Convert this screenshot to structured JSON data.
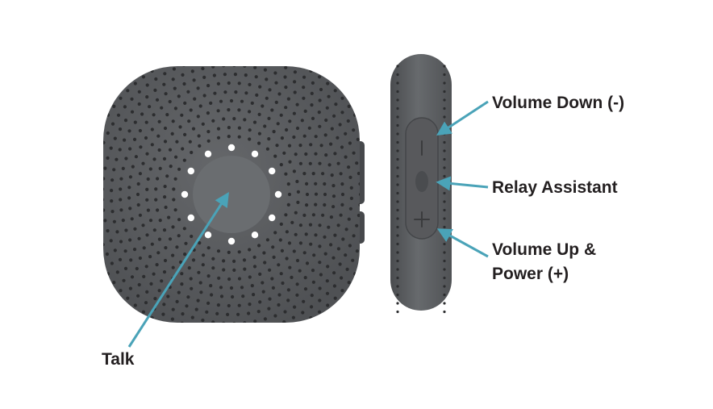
{
  "labels": {
    "volume_down": "Volume Down (-)",
    "relay_assistant": "Relay Assistant",
    "volume_up_line1": "Volume Up &",
    "volume_up_line2": "Power (+)",
    "talk": "Talk"
  },
  "colors": {
    "device_body": "#5e6063",
    "device_edge": "#4e5053",
    "grille_hole": "#2c2d2f",
    "talk_button": "#676a6d",
    "led": "#ffffff",
    "arrow": "#4aa3b8",
    "label_text": "#231f20"
  },
  "icons": {
    "front": "speaker-front-icon",
    "side": "speaker-side-icon"
  }
}
